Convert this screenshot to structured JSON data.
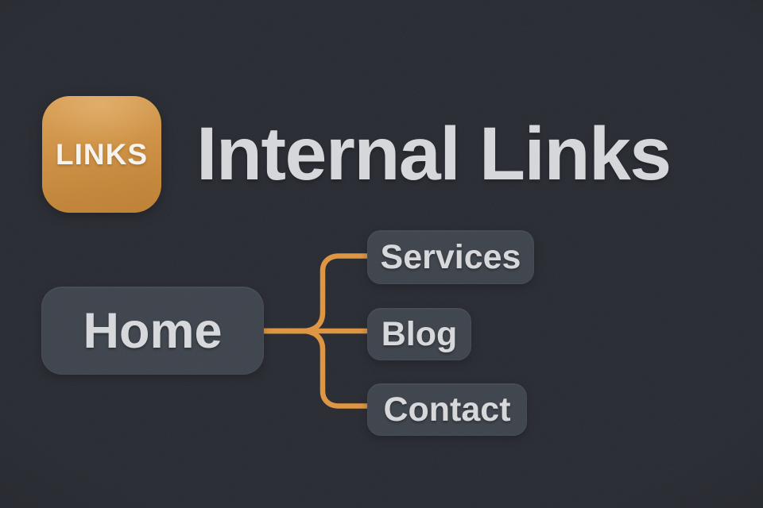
{
  "header": {
    "badge": {
      "label": "LINKS"
    },
    "title": "Internal Links"
  },
  "diagram": {
    "root": {
      "label": "Home"
    },
    "children": [
      {
        "label": "Services"
      },
      {
        "label": "Blog"
      },
      {
        "label": "Contact"
      }
    ]
  },
  "colors": {
    "background": "#20222a",
    "node_background": "#363c45",
    "node_text": "#d6d7da",
    "title_text": "#d5d6d9",
    "connector": "#dd9138",
    "badge_orange_top": "#d89c50",
    "badge_orange_bottom": "#bb7c2c",
    "badge_text": "#f7f4ee"
  }
}
